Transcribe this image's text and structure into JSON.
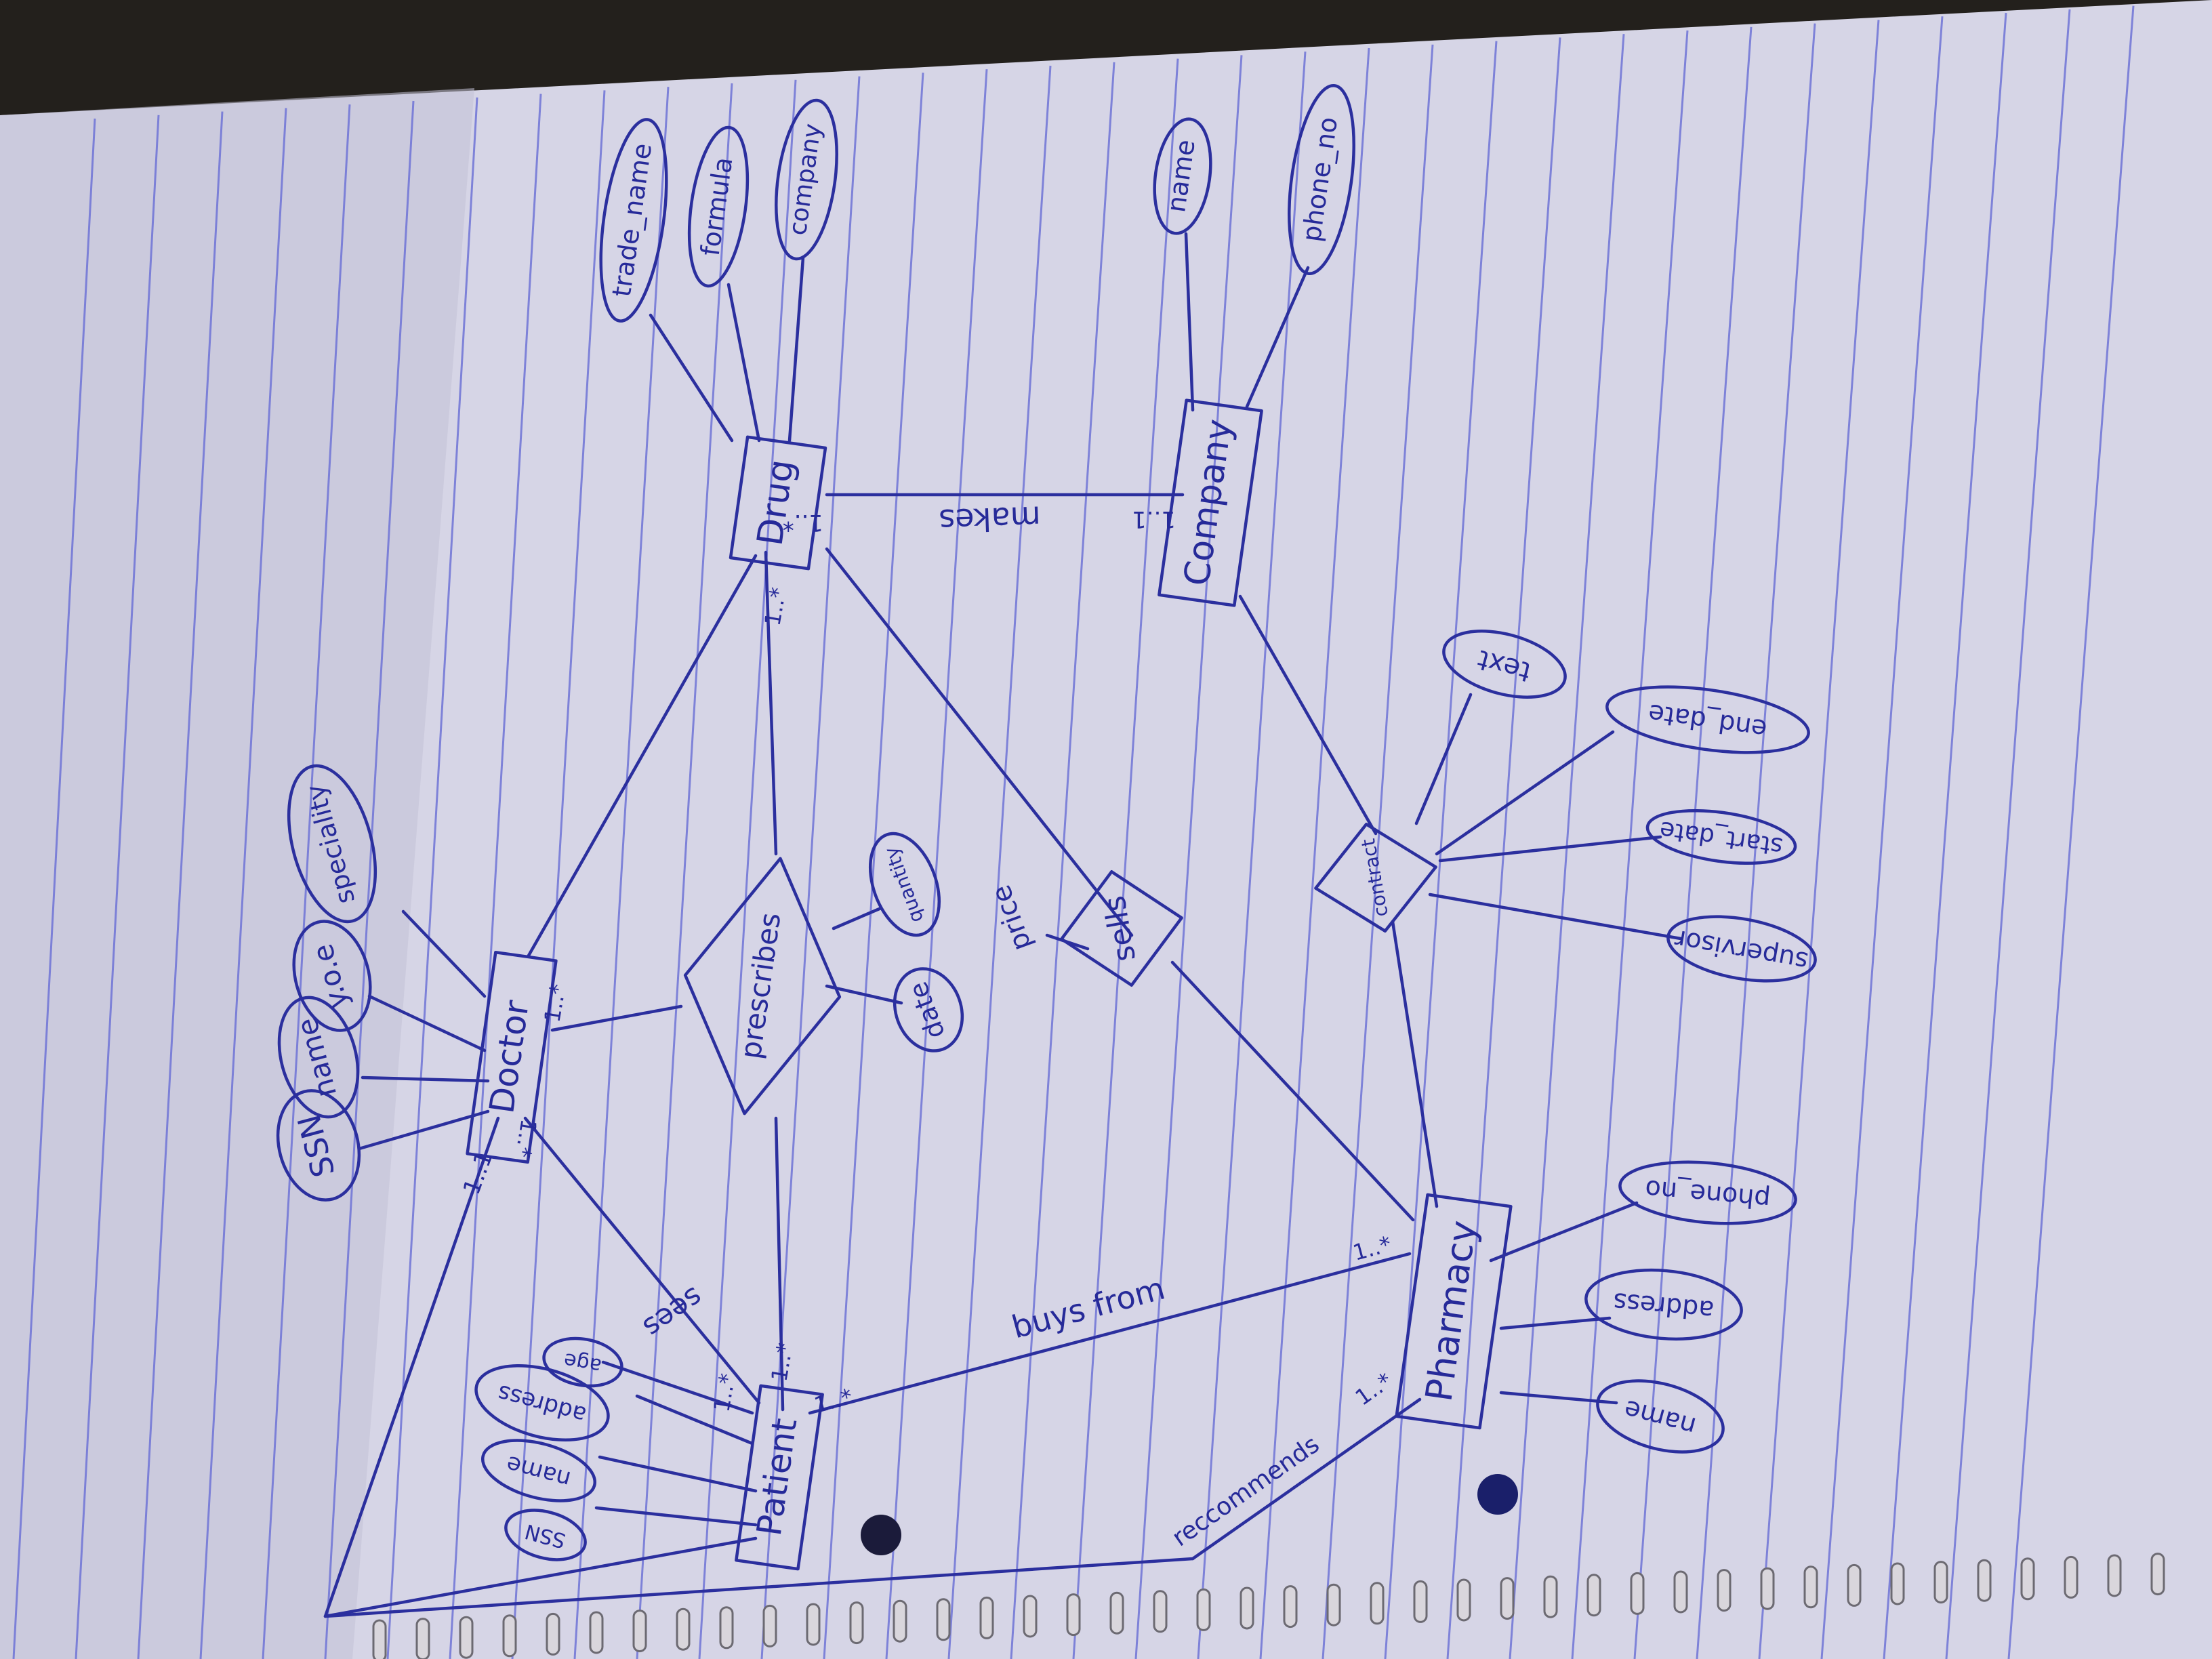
{
  "entities": {
    "drug": "Drug",
    "company": "Company",
    "doctor": "Doctor",
    "patient": "Patient",
    "pharmacy": "Pharmacy"
  },
  "relationships": {
    "makes": "makes",
    "prescribes": "prescribes",
    "sells": "sells",
    "contract": "contract",
    "sees": "sees",
    "buys_from": "buys from",
    "recommends": "reccommends"
  },
  "attributes": {
    "drug": [
      "trade_name",
      "formula",
      "company"
    ],
    "company": [
      "name",
      "phone_no"
    ],
    "doctor": [
      "SSN",
      "name",
      "y.o.e",
      "speciality"
    ],
    "patient": [
      "SSN",
      "name",
      "address",
      "age"
    ],
    "pharmacy": [
      "name",
      "address",
      "phone_no"
    ],
    "prescribes": [
      "quantity",
      "date"
    ],
    "sells": [
      "price"
    ],
    "contract": [
      "supervisor",
      "start_date",
      "end_date",
      "text"
    ]
  },
  "cardinalities": {
    "drug_makes": "1..*",
    "company_makes": "1..1",
    "drug_prescribes": "1..*",
    "doctor_prescribes": "1..*",
    "patient_prescribes": "1..*",
    "doctor_sees": "1..*",
    "patient_sees": "1..*",
    "doctor_primary": "1..1",
    "patient_buys": "1..*",
    "pharmacy_buys": "1..*",
    "pharmacy_recommends": "1..*"
  }
}
